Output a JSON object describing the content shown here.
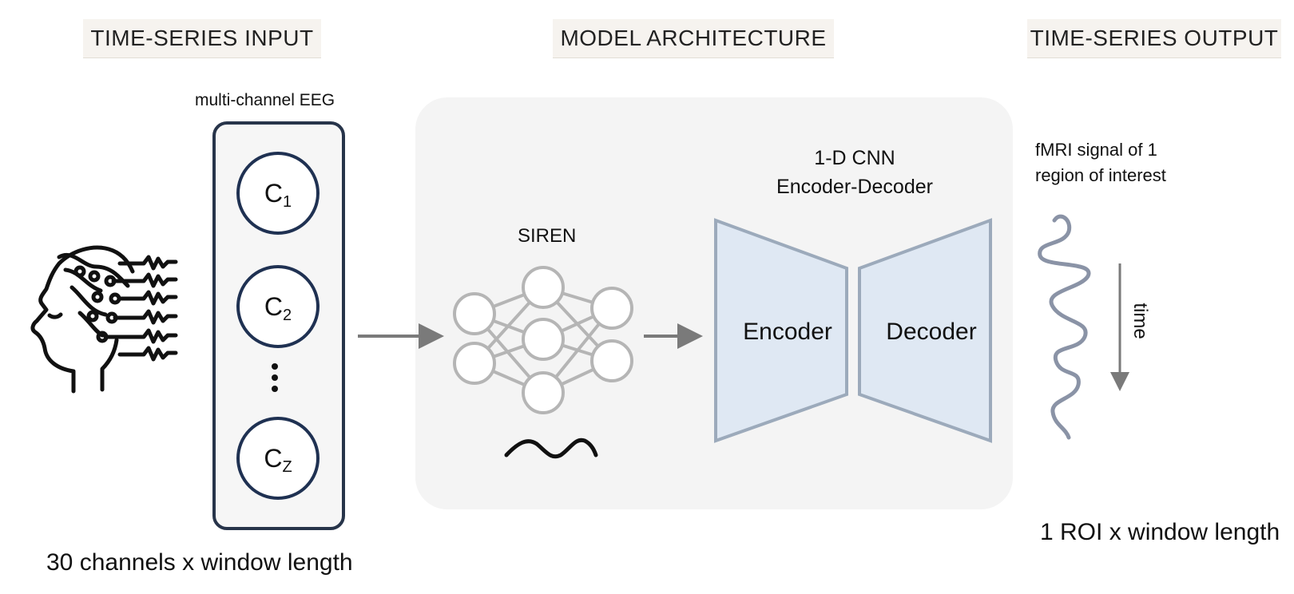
{
  "headers": {
    "input": "TIME-SERIES INPUT",
    "model": "MODEL ARCHITECTURE",
    "output": "TIME-SERIES OUTPUT"
  },
  "input": {
    "eeg_label": "multi-channel EEG",
    "channels": [
      {
        "base": "C",
        "sub": "1"
      },
      {
        "base": "C",
        "sub": "2"
      },
      {
        "base": "C",
        "sub": "Z"
      }
    ],
    "shape_label": "30 channels x window length",
    "icon": "head-eeg-icon"
  },
  "model": {
    "siren_label": "SIREN",
    "cnn_label_line1": "1-D CNN",
    "cnn_label_line2": "Encoder-Decoder",
    "encoder_label": "Encoder",
    "decoder_label": "Decoder",
    "colors": {
      "encdec_fill": "#dfe8f3",
      "encdec_stroke": "#9caabb",
      "nn": "#b5b5b5",
      "arrow": "#7a7a7a",
      "panel": "#f4f4f4"
    }
  },
  "output": {
    "fmri_label_line1": "fMRI signal of 1",
    "fmri_label_line2": "region of interest",
    "time_label": "time",
    "shape_label": "1 ROI x window length",
    "signal_color": "#8a93a6"
  }
}
